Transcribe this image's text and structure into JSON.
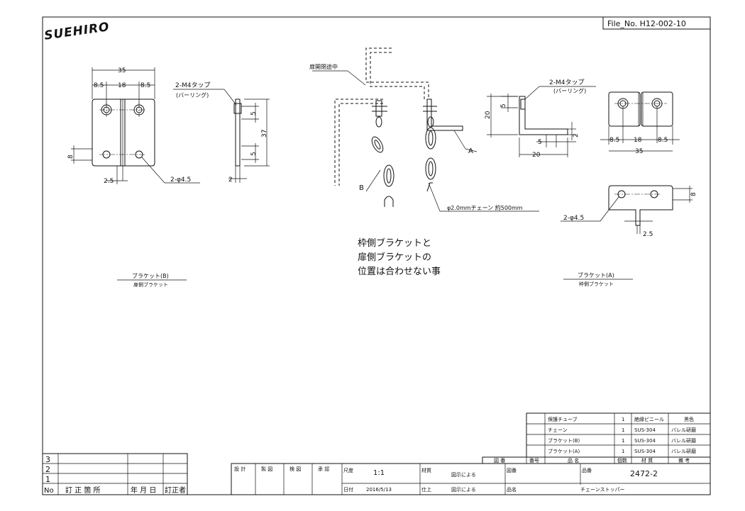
{
  "header": {
    "logo_text": "SUEHIRO",
    "file_no": "File_No. H12-002-10"
  },
  "bracket_b": {
    "title": "ブラケット(B)",
    "subtitle": "扉側ブラケット",
    "dims": {
      "width_total": "35",
      "left": "8.5",
      "middle": "18",
      "right": "8.5",
      "hole_height": "8",
      "offset": "2.5",
      "holes": "2-φ4.5"
    },
    "side": {
      "tap": "2-M4タップ",
      "tap_note": "(バーリング)",
      "five_a": "5",
      "height": "37",
      "five_b": "5",
      "thickness": "2"
    }
  },
  "assembly": {
    "door_label": "扉開閉途中",
    "label_a": "A",
    "label_b": "B",
    "chain_label": "φ2.0mmチェーン 約500mm"
  },
  "bracket_a": {
    "title": "ブラケット(A)",
    "subtitle": "枠側ブラケット",
    "side": {
      "tap": "2-M4タップ",
      "tap_note": "(バーリング)",
      "height": "20",
      "five": "5",
      "five_b": "5",
      "thickness": "2",
      "width": "20"
    },
    "dims": {
      "left": "8.5",
      "middle": "18",
      "right": "8.5",
      "total": "35",
      "hole_height": "8",
      "holes": "2-φ4.5",
      "offset": "2.5"
    }
  },
  "note_lines": [
    "枠側ブラケットと",
    "扉側ブラケットの",
    "位置は合わせない事"
  ],
  "parts_table": {
    "rows": [
      {
        "name": "保護チューブ",
        "qty": "1",
        "material": "絶縁ビニール",
        "remark": "黒色"
      },
      {
        "name": "チェーン",
        "qty": "1",
        "material": "SUS-304",
        "remark": "バレル研磨"
      },
      {
        "name": "ブラケット(B)",
        "qty": "1",
        "material": "SUS-304",
        "remark": "バレル研磨"
      },
      {
        "name": "ブラケット(A)",
        "qty": "1",
        "material": "SUS-304",
        "remark": "バレル研磨"
      }
    ],
    "headers": {
      "drawing_no": "図 番",
      "part_no": "番号",
      "name": "品 名",
      "qty": "個数",
      "material": "材 質",
      "remark": "備 考"
    }
  },
  "revision_table": {
    "rows": [
      "3",
      "2",
      "1"
    ],
    "headers": [
      "No",
      "訂 正 箇 所",
      "年 月 日",
      "訂正者"
    ]
  },
  "title_block": {
    "approvals": [
      "設 計",
      "製 図",
      "検 図",
      "承 認"
    ],
    "scale_label": "尺度",
    "scale": "1:1",
    "date_label": "日付",
    "date": "2016/5/13",
    "material_label": "材質",
    "material": "図示による",
    "finish_label": "仕上",
    "finish": "図示による",
    "drawing_no_label": "図番",
    "part_no_label": "品番",
    "part_no": "2472-2",
    "name_label": "品名",
    "name": "チェーンストッパー"
  }
}
